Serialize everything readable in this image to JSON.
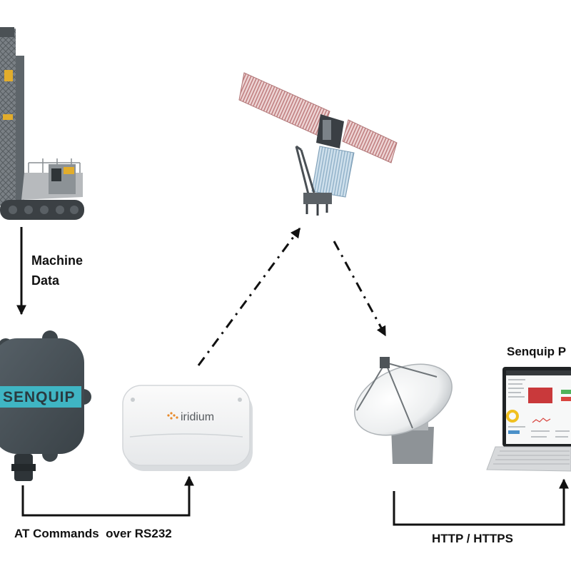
{
  "diagram": {
    "labels": {
      "machine_line1": "Machine",
      "machine_line2": "Data",
      "at_commands": "AT Commands  over RS232",
      "http": "HTTP / HTTPS",
      "portal": "Senquip P"
    },
    "devices": {
      "senquip_logo": "SENQUIP",
      "iridium_logo": "iridium"
    },
    "icons": [
      "drilling-rig-icon",
      "senquip-device-icon",
      "iridium-modem-icon",
      "satellite-icon",
      "ground-station-dish-icon",
      "laptop-portal-icon"
    ],
    "colors": {
      "senquip_body": "#444c52",
      "senquip_band": "#3fb5c3",
      "rig_accent": "#e2ad2c",
      "satellite_panel": "#c98c8c",
      "arrow": "#111111"
    }
  }
}
